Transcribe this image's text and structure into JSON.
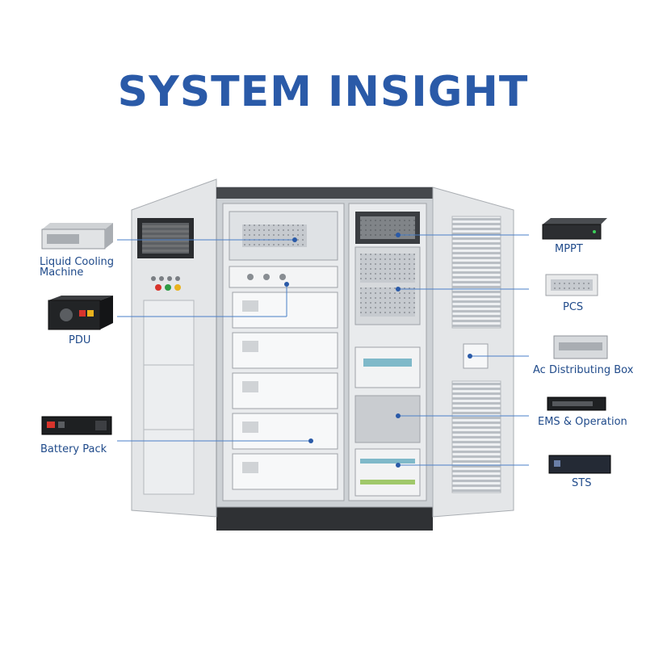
{
  "title": "SYSTEM INSIGHT",
  "colors": {
    "title": "#2a5aa8",
    "label": "#1f4a8a",
    "callout_line": "#4a7fc8",
    "cabinet": "#d9dcdf",
    "cabinet_dark": "#3a3c40"
  },
  "components_left": [
    {
      "label_line1": "Liquid Cooling",
      "label_line2": "Machine",
      "icon": "liquid-cooling-unit"
    },
    {
      "label_line1": "PDU",
      "label_line2": "",
      "icon": "pdu-unit"
    },
    {
      "label_line1": "Battery Pack",
      "label_line2": "",
      "icon": "battery-pack-unit"
    }
  ],
  "components_right": [
    {
      "label": "MPPT",
      "icon": "mppt-unit"
    },
    {
      "label": "PCS",
      "icon": "pcs-unit"
    },
    {
      "label": "Ac Distributing Box",
      "icon": "ac-box-unit"
    },
    {
      "label": "EMS & Operation",
      "icon": "ems-unit"
    },
    {
      "label": "STS",
      "icon": "sts-unit"
    }
  ],
  "center_image": "energy-storage-cabinet"
}
